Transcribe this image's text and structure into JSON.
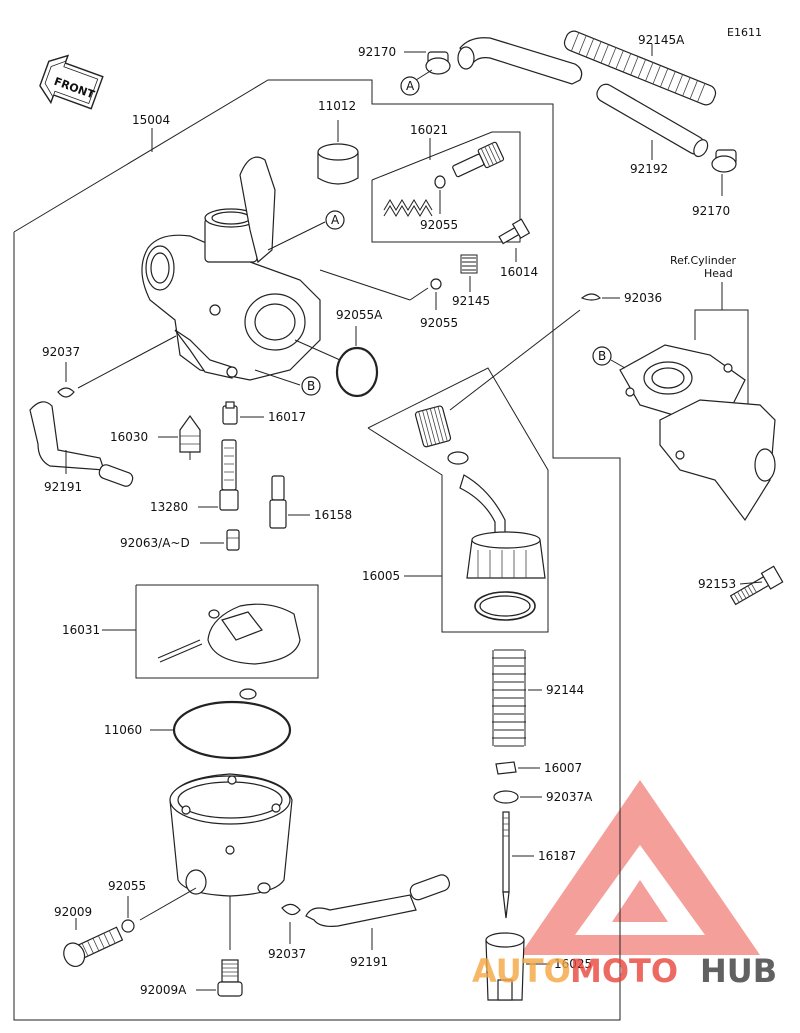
{
  "diagram_code": "E1611",
  "front_label": "FRONT",
  "ref_label_line1": "Ref.Cylinder",
  "ref_label_line2": "Head",
  "callouts": {
    "A": "A",
    "B": "B"
  },
  "parts": {
    "p15004": "15004",
    "p11012": "11012",
    "p16021": "16021",
    "p92055_upper": "92055",
    "p16014": "16014",
    "p92145": "92145",
    "p92055_mid": "92055",
    "p92055A": "92055A",
    "p92170_top": "92170",
    "p92145A": "92145A",
    "p92192": "92192",
    "p92170_right": "92170",
    "p92036": "92036",
    "p92037_left": "92037",
    "p16017": "16017",
    "p16030": "16030",
    "p92191_left": "92191",
    "p13280": "13280",
    "p16158": "16158",
    "p92063": "92063/A~D",
    "p16005": "16005",
    "p92153": "92153",
    "p16031": "16031",
    "p11060": "11060",
    "p92144": "92144",
    "p16007": "16007",
    "p92037A": "92037A",
    "p16187": "16187",
    "p92055_low": "92055",
    "p92009": "92009",
    "p92037_low": "92037",
    "p92191_low": "92191",
    "p16025": "16025",
    "p92009A": "92009A"
  },
  "watermark": {
    "part1": "AUTO",
    "part2": "MOTO",
    "part3": "HUB",
    "color_orange": "#f5a742",
    "color_red": "#e8453c",
    "color_dark": "#3a3a3a"
  }
}
